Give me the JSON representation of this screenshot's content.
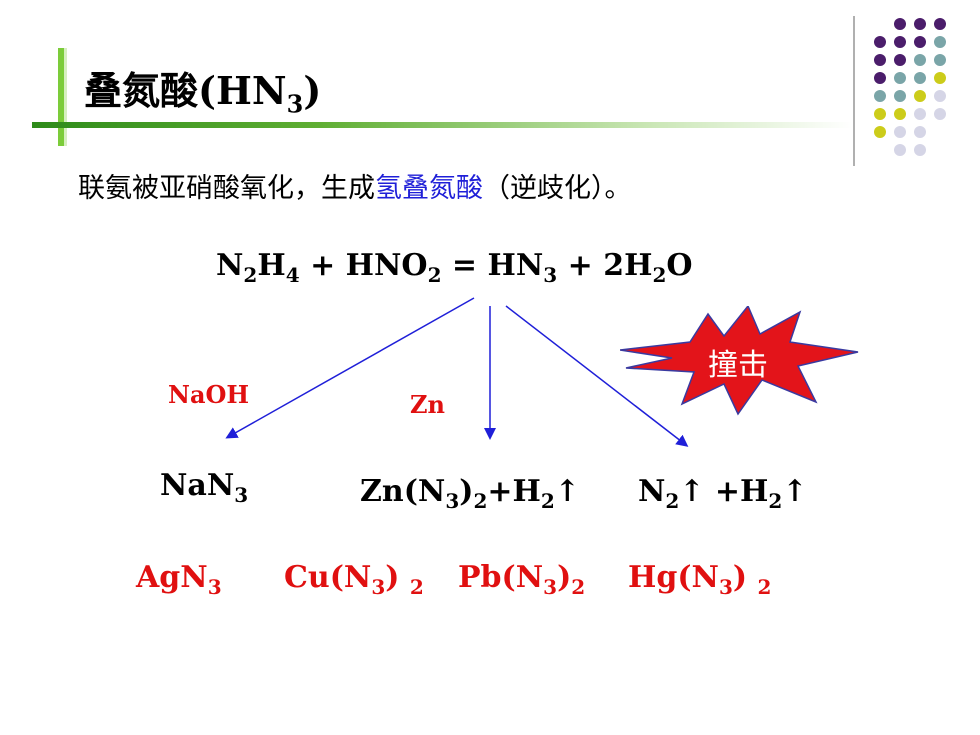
{
  "title": {
    "main": "叠氮酸(HN",
    "sub": "3",
    "close": ")"
  },
  "subtitle": {
    "before": "联氨被亚硝酸氧化，生成",
    "highlight": "氢叠氮酸",
    "after": "（逆歧化）。"
  },
  "equation": {
    "p1": "N",
    "s1": "2",
    "p2": "H",
    "s2": "4",
    "p3": " + HNO",
    "s3": "2",
    "p4": " = HN",
    "s4": "3",
    "p5": " + 2H",
    "s5": "2",
    "p6": "O"
  },
  "reagents": {
    "left": "NaOH",
    "middle": "Zn"
  },
  "burst": {
    "label": "撞击",
    "color": "#e3141a"
  },
  "products": {
    "left": {
      "a": "NaN",
      "s": "3"
    },
    "middle": {
      "a": "Zn(N",
      "s1": "3",
      "b": ")",
      "s2": "2",
      "c": "+H",
      "s3": "2",
      "d": "↑"
    },
    "right": {
      "a": "N",
      "s1": "2",
      "b": "↑ +H",
      "s2": "2",
      "c": "↑"
    }
  },
  "salts": [
    {
      "a": "AgN",
      "s": "3",
      "b": "",
      "s2": ""
    },
    {
      "a": "Cu(N",
      "s": "3",
      "b": ") ",
      "s2": "2"
    },
    {
      "a": "Pb(N",
      "s": "3",
      "b": ")",
      "s2": "2"
    },
    {
      "a": "Hg(N",
      "s": "3",
      "b": ") ",
      "s2": "2"
    }
  ],
  "colors": {
    "dot_purple": "#4b1d6b",
    "dot_teal": "#7aa5a8",
    "dot_yellow": "#cccc1a",
    "dot_lavender": "#d5d5e6",
    "arrow": "#1f1fd8",
    "accent_green": "#5fae33"
  }
}
